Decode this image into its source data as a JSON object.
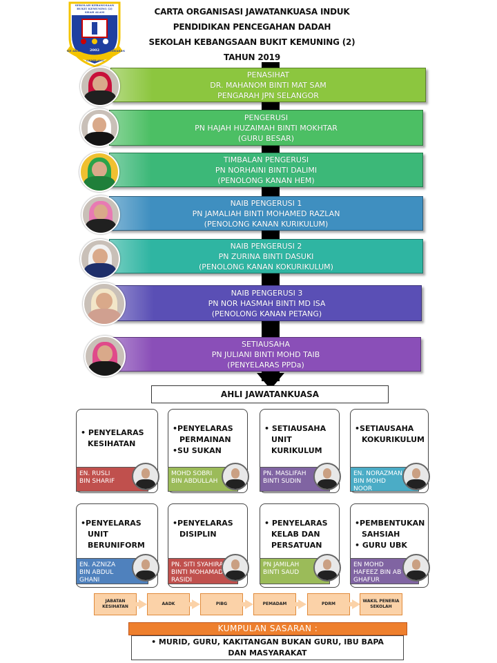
{
  "logo": {
    "top_text": "SEKOLAH KEBANGSAAN BUKIT KEMUNING (2) SHAH ALAM",
    "year": "2002",
    "motto_left": "KE ARAH",
    "motto_mid": "GEMILANG",
    "motto_right": "WAWASAN"
  },
  "title": {
    "line1": "CARTA ORGANISASI JAWATANKUASA INDUK",
    "line2": "PENDIDIKAN PENCEGAHAN DADAH",
    "line3": "SEKOLAH KEBANGSAAN BUKIT KEMUNING (2)",
    "line4": "TAHUN 2019"
  },
  "leaders": [
    {
      "role": "PENASIHAT",
      "name": "DR. MAHANOM BINTI MAT SAM",
      "position": "PENGARAH JPN SELANGOR",
      "color": "#8cc63f"
    },
    {
      "role": "PENGERUSI",
      "name": "PN HAJAH HUZAIMAH BINTI MOKHTAR",
      "position": "(GURU BESAR)",
      "color": "#4cbf64"
    },
    {
      "role": "TIMBALAN PENGERUSI",
      "name": "PN NORHAINI BINTI DALIMI",
      "position": "(PENOLONG KANAN HEM)",
      "color": "#3cb878"
    },
    {
      "role": "NAIB PENGERUSI 1",
      "name": "PN JAMALIAH BINTI MOHAMED RAZLAN",
      "position": "(PENOLONG KANAN KURIKULUM)",
      "color": "#3f8fc0"
    },
    {
      "role": "NAIB PENGERUSI 2",
      "name": "PN ZURINA BINTI DASUKI",
      "position": "(PENOLONG KANAN KOKURIKULUM)",
      "color": "#2fb5a2"
    },
    {
      "role": "NAIB PENGERUSI 3",
      "name": "PN NOR HASMAH BINTI MD ISA",
      "position": "(PENOLONG KANAN PETANG)",
      "color": "#5a4fb5"
    },
    {
      "role": "SETIAUSAHA",
      "name": "PN JULIANI BINTI MOHD TAIB",
      "position": "(PENYELARAS PPDa)",
      "color": "#8a4fb8"
    }
  ],
  "ahli_header": "AHLI JAWATANKUASA",
  "members": [
    {
      "role_lines": [
        "• PENYELARAS",
        "KESIHATAN"
      ],
      "name_lines": [
        "EN. RUSLI",
        "BIN SHARIF"
      ],
      "bar_color": "#c0504d"
    },
    {
      "role_lines": [
        "•PENYELARAS",
        "PERMAINAN",
        "•SU SUKAN"
      ],
      "name_lines": [
        "MOHD SOBRI",
        "BIN ABDULLAH"
      ],
      "bar_color": "#9bbb59"
    },
    {
      "role_lines": [
        "• SETIAUSAHA",
        "UNIT",
        "KURIKULUM"
      ],
      "name_lines": [
        "PN. MASLIFAH",
        "BINTI SUDIN"
      ],
      "bar_color": "#8064a2"
    },
    {
      "role_lines": [
        "•SETIAUSAHA",
        "KOKURIKULUM"
      ],
      "name_lines": [
        "EN. NORAZMAN",
        "BIN MOHD",
        "NOOR"
      ],
      "bar_color": "#4bacc6"
    },
    {
      "role_lines": [
        "•PENYELARAS",
        "UNIT",
        "BERUNIFORM"
      ],
      "name_lines": [
        "EN. AZNIZA",
        "BIN ABDUL",
        "GHANI"
      ],
      "bar_color": "#4f81bd"
    },
    {
      "role_lines": [
        "•PENYELARAS",
        "DISIPLIN"
      ],
      "name_lines": [
        "PN. SITI SYAHIRAH",
        "BINTI MOHAMAD",
        "RASIDI"
      ],
      "bar_color": "#c0504d"
    },
    {
      "role_lines": [
        "• PENYELARAS",
        "KELAB DAN",
        "PERSATUAN"
      ],
      "name_lines": [
        "PN JAMILAH",
        "BINTI SAUD"
      ],
      "bar_color": "#9bbb59"
    },
    {
      "role_lines": [
        "•PEMBENTUKAN",
        "SAHSIAH",
        "• GURU UBK"
      ],
      "name_lines": [
        "EN MOHD",
        "HAFEEZ BIN AB",
        "GHAFUR"
      ],
      "bar_color": "#8064a2"
    }
  ],
  "agencies": [
    "JABATAN KESIHATAN",
    "AADK",
    "PIBG",
    "PEMADAM",
    "PDRM",
    "WAKIL PENERIA SEKOLAH"
  ],
  "target": {
    "header": "KUMPULAN SASARAN :",
    "line1": "• MURID, GURU, KAKITANGAN BUKAN GURU, IBU BAPA",
    "line2": "DAN MASYARAKAT"
  },
  "colors": {
    "agency_fill": "#fbd2a8",
    "target_header": "#ee7f2d"
  }
}
